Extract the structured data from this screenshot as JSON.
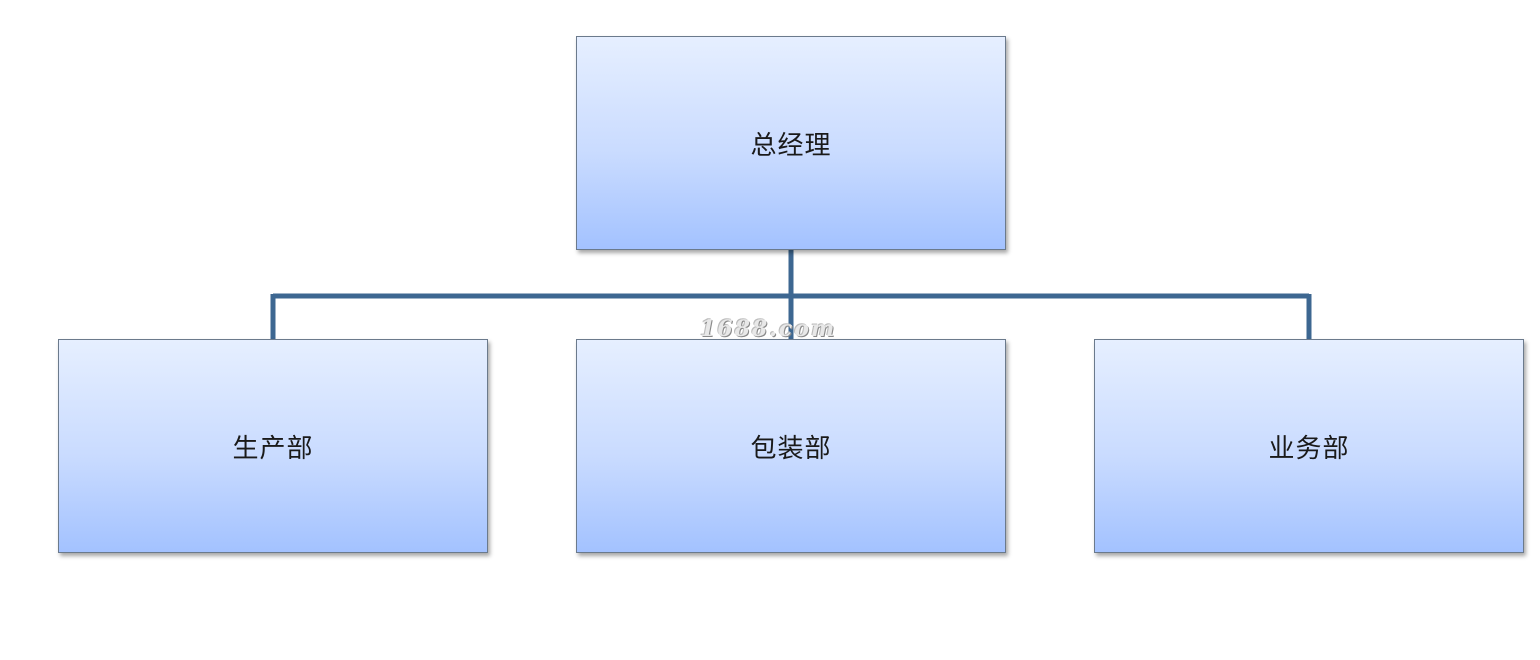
{
  "org_chart": {
    "root": {
      "label": "总经理"
    },
    "children": [
      {
        "label": "生产部"
      },
      {
        "label": "包装部"
      },
      {
        "label": "业务部"
      }
    ]
  },
  "watermark": {
    "text": "1688.com"
  },
  "colors": {
    "connector": "#3d6791",
    "box_border": "#6b7a8c",
    "box_gradient_top": "#e6efff",
    "box_gradient_bottom": "#a3c2ff"
  }
}
